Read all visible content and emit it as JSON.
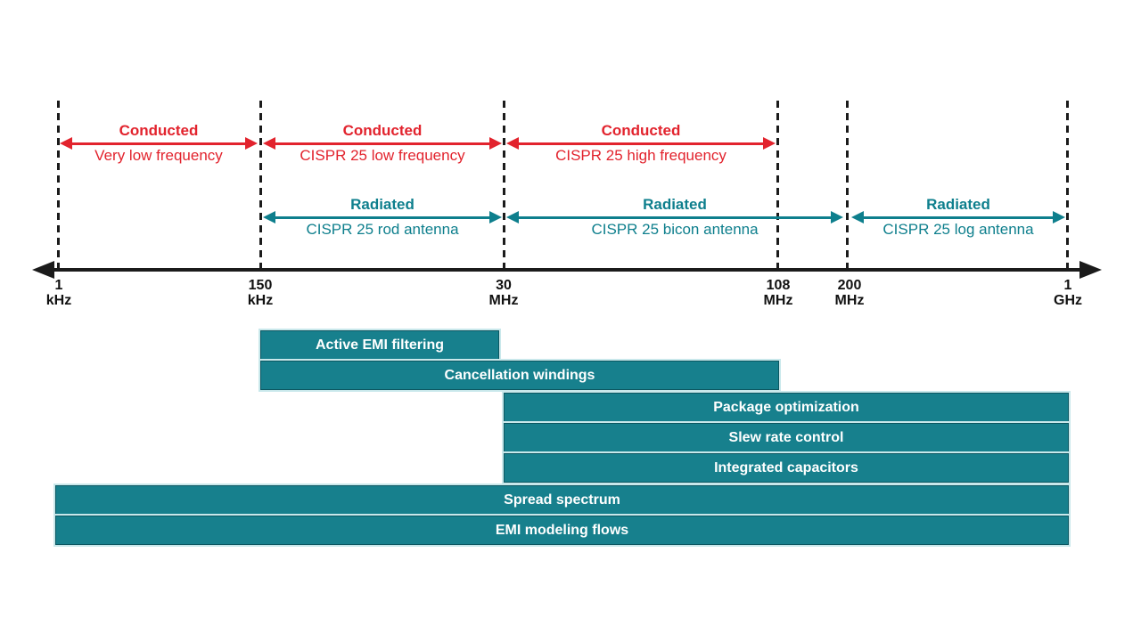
{
  "colors": {
    "conducted": "#e2232d",
    "radiated": "#0e7f8d",
    "bar": "#17808d",
    "axis": "#1b1b1b"
  },
  "axis": {
    "ticks": [
      {
        "value": "1",
        "unit": "kHz"
      },
      {
        "value": "150",
        "unit": "kHz"
      },
      {
        "value": "30",
        "unit": "MHz"
      },
      {
        "value": "108",
        "unit": "MHz"
      },
      {
        "value": "200",
        "unit": "MHz"
      },
      {
        "value": "1",
        "unit": "GHz"
      }
    ]
  },
  "conducted_ranges": [
    {
      "title": "Conducted",
      "subtitle": "Very low frequency",
      "span": "1 kHz - 150 kHz"
    },
    {
      "title": "Conducted",
      "subtitle": "CISPR 25 low frequency",
      "span": "150 kHz - 30 MHz"
    },
    {
      "title": "Conducted",
      "subtitle": "CISPR 25 high frequency",
      "span": "30 MHz - 108 MHz"
    }
  ],
  "radiated_ranges": [
    {
      "title": "Radiated",
      "subtitle": "CISPR 25 rod antenna",
      "span": "150 kHz - 30 MHz"
    },
    {
      "title": "Radiated",
      "subtitle": "CISPR 25 bicon antenna",
      "span": "30 MHz - 200 MHz"
    },
    {
      "title": "Radiated",
      "subtitle": "CISPR 25 log antenna",
      "span": "200 MHz - 1 GHz"
    }
  ],
  "technique_bars": [
    {
      "label": "Active EMI filtering",
      "span": "150 kHz - 30 MHz"
    },
    {
      "label": "Cancellation windings",
      "span": "150 kHz - 108 MHz"
    },
    {
      "label": "Package optimization",
      "span": "30 MHz - 1 GHz"
    },
    {
      "label": "Slew rate control",
      "span": "30 MHz - 1 GHz"
    },
    {
      "label": "Integrated capacitors",
      "span": "30 MHz - 1 GHz"
    },
    {
      "label": "Spread spectrum",
      "span": "below 1 kHz - 1 GHz"
    },
    {
      "label": "EMI modeling flows",
      "span": "below 1 kHz - 1 GHz"
    }
  ]
}
